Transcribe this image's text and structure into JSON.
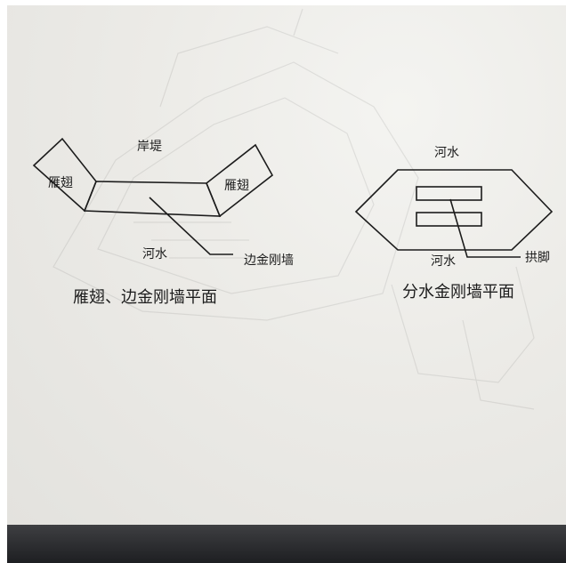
{
  "left_diagram": {
    "bank_label": "岸堤",
    "wing_left_label": "雁翅",
    "wing_right_label": "雁翅",
    "river_label": "河水",
    "wall_callout_label": "边金刚墙",
    "caption": "雁翅、边金刚墙平面"
  },
  "right_diagram": {
    "river_top_label": "河水",
    "river_bottom_label": "河水",
    "arch_foot_label": "拱脚",
    "caption": "分水金刚墙平面"
  },
  "colors": {
    "ink": "#1c1c1c",
    "paper": "#ecebe7",
    "edge": "#1e1f22"
  }
}
